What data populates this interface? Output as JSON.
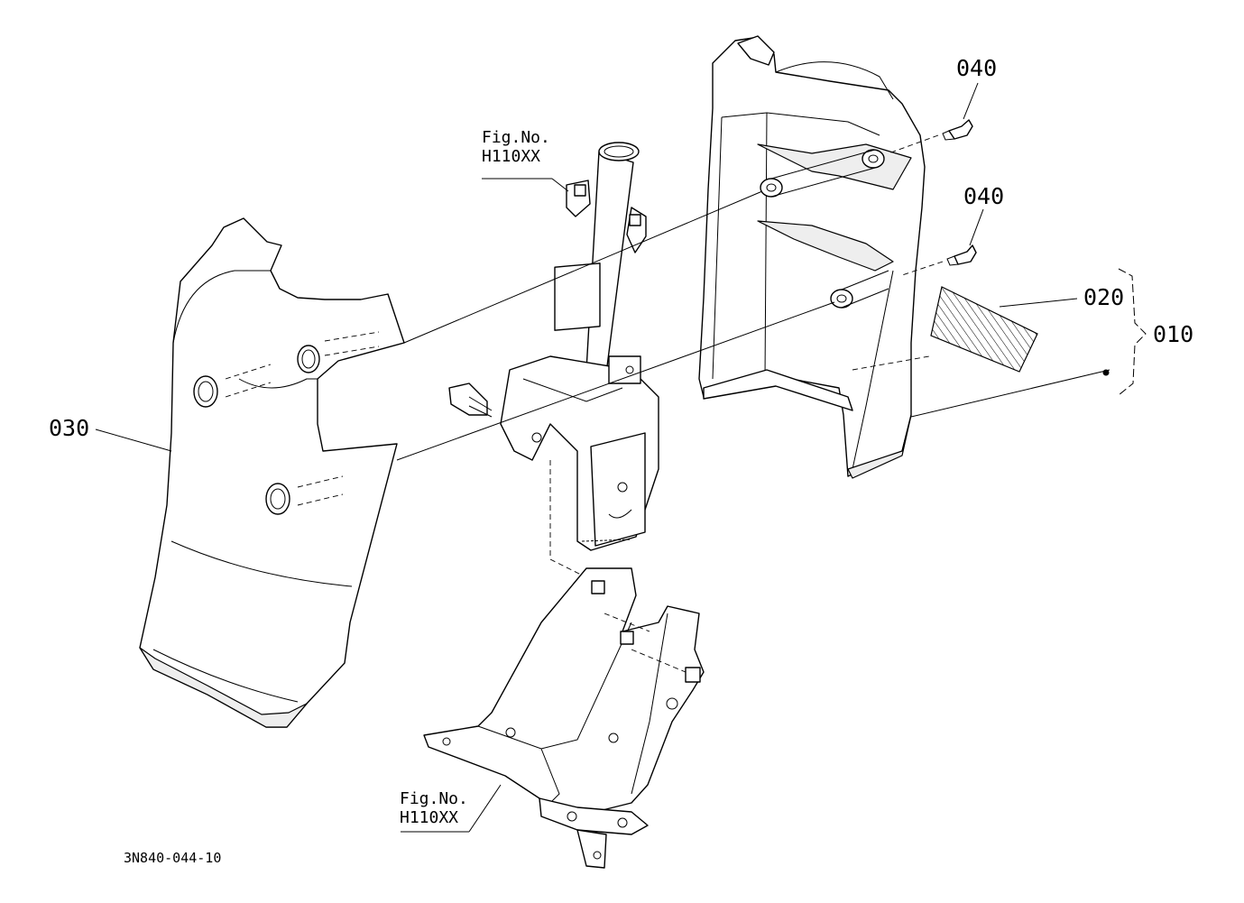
{
  "callouts": {
    "c010": "010",
    "c020": "020",
    "c030": "030",
    "c040_upper": "040",
    "c040_lower": "040"
  },
  "fig_refs": {
    "upper": {
      "line1": "Fig.No.",
      "line2": "H110XX"
    },
    "lower": {
      "line1": "Fig.No.",
      "line2": "H110XX"
    }
  },
  "drawing_code": "3N840-044-10"
}
